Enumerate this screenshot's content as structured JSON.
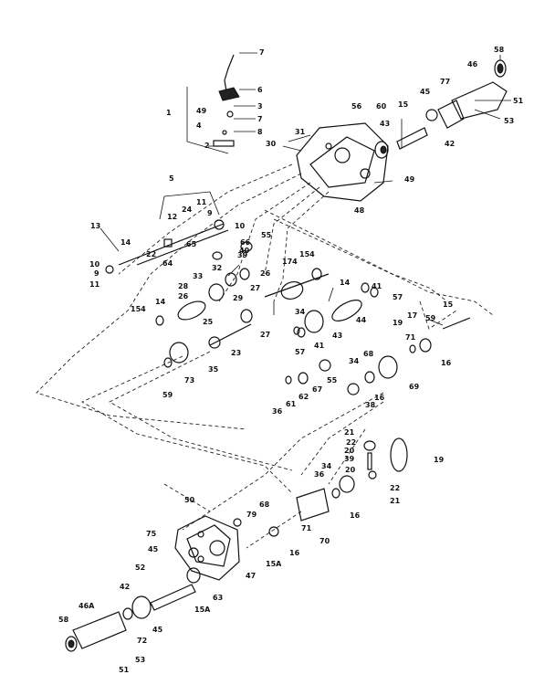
{
  "callouts": [
    {
      "id": "c7a",
      "text": "7"
    },
    {
      "id": "c6",
      "text": "6"
    },
    {
      "id": "c49a",
      "text": "49"
    },
    {
      "id": "c3",
      "text": "3"
    },
    {
      "id": "c1",
      "text": "1"
    },
    {
      "id": "c4",
      "text": "4"
    },
    {
      "id": "c7b",
      "text": "7"
    },
    {
      "id": "c8",
      "text": "8"
    },
    {
      "id": "c2",
      "text": "2"
    },
    {
      "id": "c58a",
      "text": "58"
    },
    {
      "id": "c46a",
      "text": "46"
    },
    {
      "id": "c77",
      "text": "77"
    },
    {
      "id": "c45a",
      "text": "45"
    },
    {
      "id": "c51a",
      "text": "51"
    },
    {
      "id": "c53a",
      "text": "53"
    },
    {
      "id": "c42a",
      "text": "42"
    },
    {
      "id": "c15a",
      "text": "15"
    },
    {
      "id": "c56",
      "text": "56"
    },
    {
      "id": "c60",
      "text": "60"
    },
    {
      "id": "c43a",
      "text": "43"
    },
    {
      "id": "c31",
      "text": "31"
    },
    {
      "id": "c30",
      "text": "30"
    },
    {
      "id": "c49b",
      "text": "49"
    },
    {
      "id": "c48",
      "text": "48"
    },
    {
      "id": "c5",
      "text": "5"
    },
    {
      "id": "c13",
      "text": "13"
    },
    {
      "id": "c12",
      "text": "12"
    },
    {
      "id": "c24",
      "text": "24"
    },
    {
      "id": "c11a",
      "text": "11"
    },
    {
      "id": "c9a",
      "text": "9"
    },
    {
      "id": "c10a",
      "text": "10"
    },
    {
      "id": "c14a",
      "text": "14"
    },
    {
      "id": "c22",
      "text": "22"
    },
    {
      "id": "c10b",
      "text": "10"
    },
    {
      "id": "c9b",
      "text": "9"
    },
    {
      "id": "c11b",
      "text": "11"
    },
    {
      "id": "c65",
      "text": "65"
    },
    {
      "id": "c66",
      "text": "66"
    },
    {
      "id": "c64",
      "text": "64"
    },
    {
      "id": "c32",
      "text": "32"
    },
    {
      "id": "c33",
      "text": "33"
    },
    {
      "id": "c28",
      "text": "28"
    },
    {
      "id": "c55",
      "text": "55"
    },
    {
      "id": "c39",
      "text": "39"
    },
    {
      "id": "c40",
      "text": "40"
    },
    {
      "id": "c174",
      "text": "174"
    },
    {
      "id": "c154a",
      "text": "154"
    },
    {
      "id": "c26",
      "text": "26"
    },
    {
      "id": "c14b",
      "text": "14"
    },
    {
      "id": "c154b",
      "text": "154"
    },
    {
      "id": "c14c",
      "text": "14"
    },
    {
      "id": "c26b",
      "text": "26"
    },
    {
      "id": "c25",
      "text": "25"
    },
    {
      "id": "c29",
      "text": "29"
    },
    {
      "id": "c27a",
      "text": "27"
    },
    {
      "id": "c34a",
      "text": "34"
    },
    {
      "id": "c27b",
      "text": "27"
    },
    {
      "id": "c41a",
      "text": "41"
    },
    {
      "id": "c57a",
      "text": "57"
    },
    {
      "id": "c44",
      "text": "44"
    },
    {
      "id": "c23",
      "text": "23"
    },
    {
      "id": "c57b",
      "text": "57"
    },
    {
      "id": "c41b",
      "text": "41"
    },
    {
      "id": "c43b",
      "text": "43"
    },
    {
      "id": "c35",
      "text": "35"
    },
    {
      "id": "c59a",
      "text": "59"
    },
    {
      "id": "c73",
      "text": "73"
    },
    {
      "id": "c15b",
      "text": "15"
    },
    {
      "id": "c17",
      "text": "17"
    },
    {
      "id": "c19a",
      "text": "19"
    },
    {
      "id": "c59b",
      "text": "59"
    },
    {
      "id": "c71a",
      "text": "71"
    },
    {
      "id": "c16a",
      "text": "16"
    },
    {
      "id": "c34b",
      "text": "34"
    },
    {
      "id": "c68a",
      "text": "68"
    },
    {
      "id": "c55b",
      "text": "55"
    },
    {
      "id": "c67",
      "text": "67"
    },
    {
      "id": "c62",
      "text": "62"
    },
    {
      "id": "c61",
      "text": "61"
    },
    {
      "id": "c36",
      "text": "36"
    },
    {
      "id": "c16b",
      "text": "16"
    },
    {
      "id": "c69",
      "text": "69"
    },
    {
      "id": "c38",
      "text": "38"
    },
    {
      "id": "c21a",
      "text": "21"
    },
    {
      "id": "c22b",
      "text": "22"
    },
    {
      "id": "c20a",
      "text": "20"
    },
    {
      "id": "c39b",
      "text": "39"
    },
    {
      "id": "c19b",
      "text": "19"
    },
    {
      "id": "c20b",
      "text": "20"
    },
    {
      "id": "c22c",
      "text": "22"
    },
    {
      "id": "c21b",
      "text": "21"
    },
    {
      "id": "c34c",
      "text": "34"
    },
    {
      "id": "c36b",
      "text": "36"
    },
    {
      "id": "c16c",
      "text": "16"
    },
    {
      "id": "c50",
      "text": "50"
    },
    {
      "id": "c68b",
      "text": "68"
    },
    {
      "id": "c79",
      "text": "79"
    },
    {
      "id": "c71b",
      "text": "71"
    },
    {
      "id": "c75",
      "text": "75"
    },
    {
      "id": "c70",
      "text": "70"
    },
    {
      "id": "c45b",
      "text": "45"
    },
    {
      "id": "c16d",
      "text": "16"
    },
    {
      "id": "c52",
      "text": "52"
    },
    {
      "id": "c15A1",
      "text": "15A"
    },
    {
      "id": "c47",
      "text": "47"
    },
    {
      "id": "c63",
      "text": "63"
    },
    {
      "id": "c42b",
      "text": "42"
    },
    {
      "id": "c15A2",
      "text": "15A"
    },
    {
      "id": "c58b",
      "text": "58"
    },
    {
      "id": "c46A",
      "text": "46A"
    },
    {
      "id": "c72",
      "text": "72"
    },
    {
      "id": "c45c",
      "text": "45"
    },
    {
      "id": "c53b",
      "text": "53"
    },
    {
      "id": "c51b",
      "text": "51"
    }
  ]
}
